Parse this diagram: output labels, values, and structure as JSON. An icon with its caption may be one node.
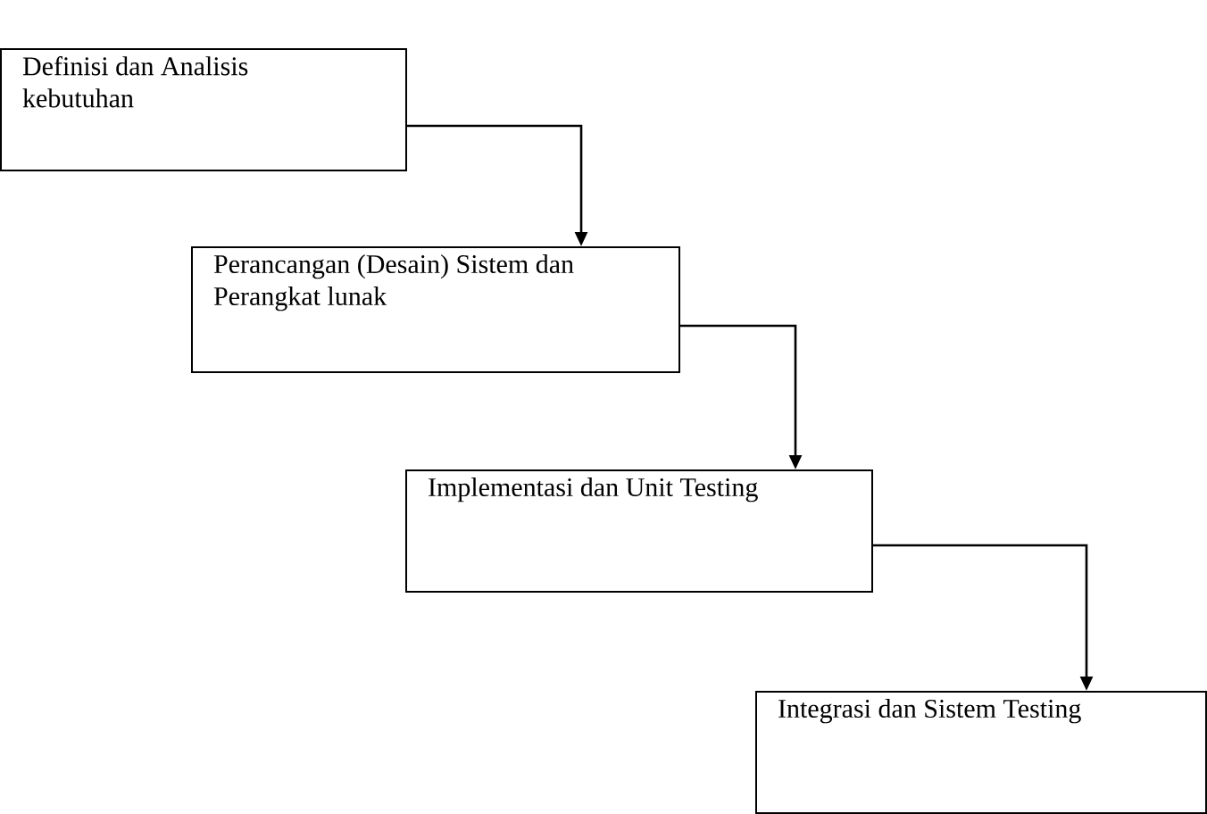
{
  "diagram": {
    "nodes": [
      {
        "text": [
          "Definisi dan Analisis kebutuhan"
        ]
      },
      {
        "text": [
          "Perancangan (Desain) Sistem dan Perangkat lunak"
        ]
      },
      {
        "text": [
          "Implementasi dan Unit Testing"
        ]
      },
      {
        "text": [
          "Integrasi dan Sistem Testing"
        ]
      }
    ],
    "edges": [
      {
        "from": 0,
        "to": 1,
        "arrow": "to"
      },
      {
        "from": 1,
        "to": 2,
        "arrow": "to"
      },
      {
        "from": 2,
        "to": 3,
        "arrow": "to"
      }
    ]
  }
}
